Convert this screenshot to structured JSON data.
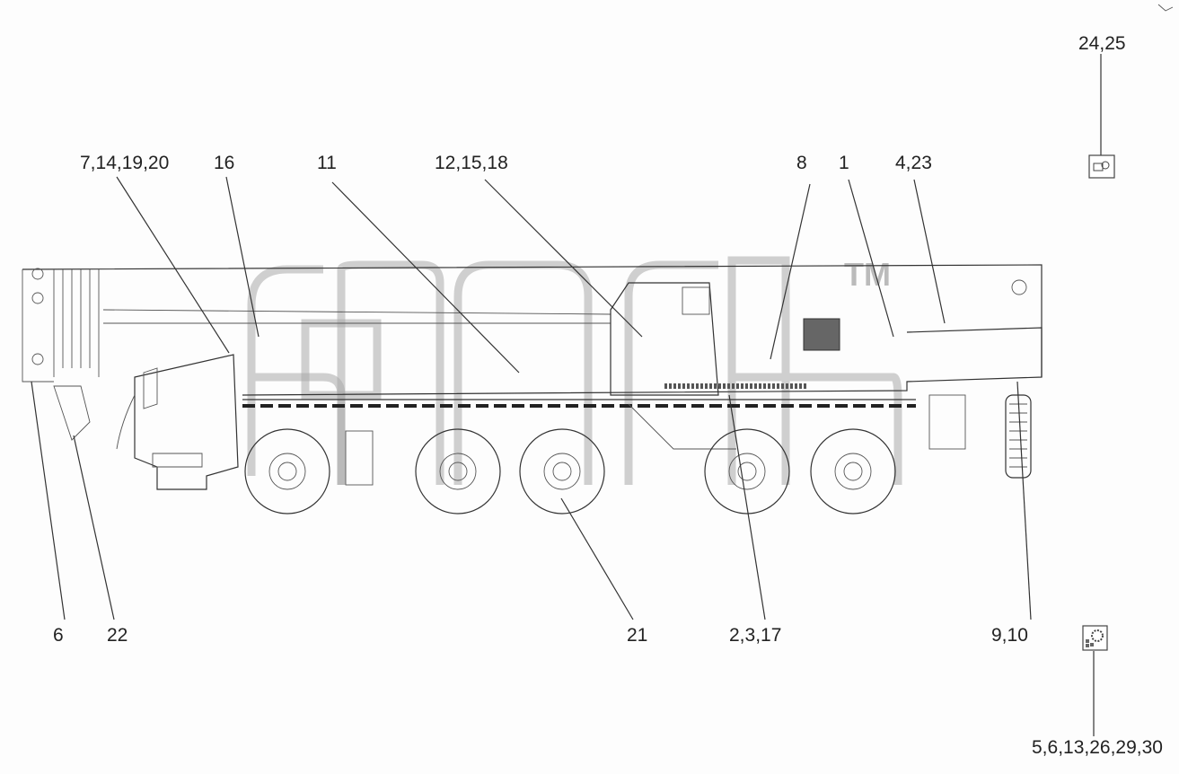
{
  "callouts": [
    {
      "id": "c1",
      "text": "24,25"
    },
    {
      "id": "c2",
      "text": "7,14,19,20"
    },
    {
      "id": "c3",
      "text": "16"
    },
    {
      "id": "c4",
      "text": "11"
    },
    {
      "id": "c5",
      "text": "12,15,18"
    },
    {
      "id": "c6",
      "text": "8"
    },
    {
      "id": "c7",
      "text": "1"
    },
    {
      "id": "c8",
      "text": "4,23"
    },
    {
      "id": "c9",
      "text": "6"
    },
    {
      "id": "c10",
      "text": "22"
    },
    {
      "id": "c11",
      "text": "21"
    },
    {
      "id": "c12",
      "text": "2,3,17"
    },
    {
      "id": "c13",
      "text": "9,10"
    },
    {
      "id": "c14",
      "text": "5,6,13,26,29,30"
    }
  ],
  "watermark": {
    "text": "TM"
  },
  "icons": [
    "camera-icon",
    "gear-icon"
  ]
}
